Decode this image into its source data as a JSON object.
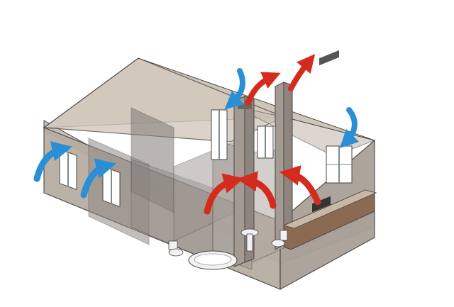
{
  "diagram": {
    "subject": "house-ventilation-cutaway",
    "colors": {
      "wall_fill": "#b7aea3",
      "wall_side": "#a9a097",
      "roof_fill": "#d3c9bd",
      "floor_fill": "#c9c0b5",
      "partition": "#8f8a86",
      "outline": "#4a4744",
      "window_frame": "#ffffff",
      "window_glass": "#7d8a8e",
      "fresh_air_arrow": "#2a8fd6",
      "exhaust_air_arrow": "#d42b1e",
      "duct": "#a39a92",
      "counter": "#8a6a52",
      "fixture": "#f2f2f2"
    },
    "arrows": {
      "fresh_air": [
        {
          "id": "inlet-left-window-1",
          "icon": "fresh-air-arrow"
        },
        {
          "id": "inlet-left-window-2",
          "icon": "fresh-air-arrow"
        },
        {
          "id": "inlet-roof-duct",
          "icon": "fresh-air-arrow"
        },
        {
          "id": "inlet-right-window",
          "icon": "fresh-air-arrow"
        }
      ],
      "exhaust_air": [
        {
          "id": "exhaust-room-left",
          "icon": "exhaust-air-arrow"
        },
        {
          "id": "exhaust-room-center",
          "icon": "exhaust-air-arrow"
        },
        {
          "id": "exhaust-room-right",
          "icon": "exhaust-air-arrow"
        },
        {
          "id": "exhaust-roof-left",
          "icon": "exhaust-air-arrow"
        },
        {
          "id": "exhaust-roof-right",
          "icon": "exhaust-air-arrow"
        }
      ]
    }
  }
}
